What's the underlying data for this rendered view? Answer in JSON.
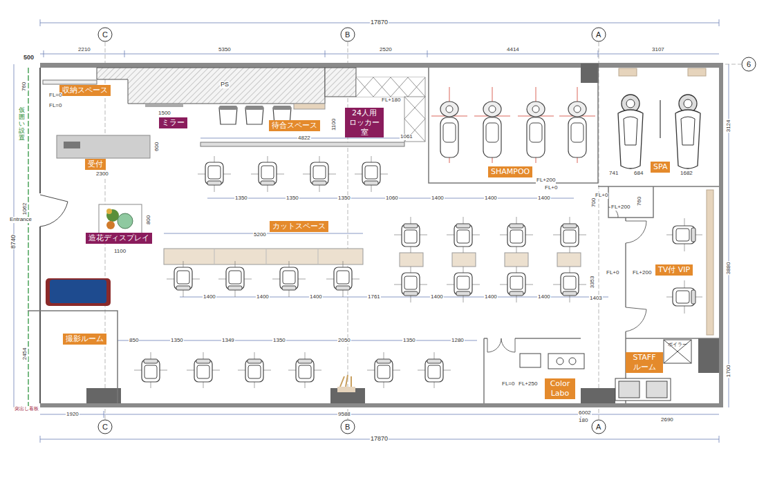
{
  "diagram": {
    "nodes": [
      {
        "text": [
          "収納スペース"
        ]
      },
      {
        "text": [
          "ミラー"
        ]
      },
      {
        "text": [
          "待合スペース"
        ]
      },
      {
        "text": [
          "24人用 ロッカー室"
        ]
      },
      {
        "text": [
          "受付"
        ]
      },
      {
        "text": [
          "造花ディスプレイ"
        ]
      },
      {
        "text": [
          "カットスペース"
        ]
      },
      {
        "text": [
          "SHAMPOO"
        ]
      },
      {
        "text": [
          "SPA"
        ]
      },
      {
        "text": [
          "TV付 VIP"
        ]
      },
      {
        "text": [
          "撮影ルーム"
        ]
      },
      {
        "text": [
          "STAFF ルーム"
        ]
      },
      {
        "text": [
          "Color Labo"
        ]
      }
    ],
    "labels": [
      "17870",
      "C",
      "B",
      "A",
      "2210",
      "5350",
      "2520",
      "4414",
      "3107",
      "500",
      "6",
      "760",
      "FL=0",
      "FL=0",
      "PS",
      "1500",
      "FL+180",
      "1100",
      "4822",
      "1061",
      "600",
      "仮囲い設置",
      "2300",
      "741",
      "684",
      "1682",
      "3124",
      "FL+200",
      "FL+0",
      "FL+0",
      "FL+200",
      "700",
      "760",
      "1350",
      "1350",
      "1350",
      "1060",
      "1400",
      "1400",
      "1400",
      "1062",
      "Entrance",
      "8740",
      "800",
      "1100",
      "5200",
      "3880",
      "FL+0",
      "FL+200",
      "3353",
      "1400",
      "1400",
      "1400",
      "1761",
      "1400",
      "1400",
      "1400",
      "1403",
      "850",
      "1350",
      "1349",
      "1350",
      "2050",
      "1350",
      "1280",
      "2454",
      "ボイラー",
      "1700",
      "FL=0",
      "FL+250",
      "突出し看板",
      "1920",
      "9588",
      "6002",
      "180",
      "2690",
      "17870",
      "C",
      "B",
      "A"
    ]
  }
}
